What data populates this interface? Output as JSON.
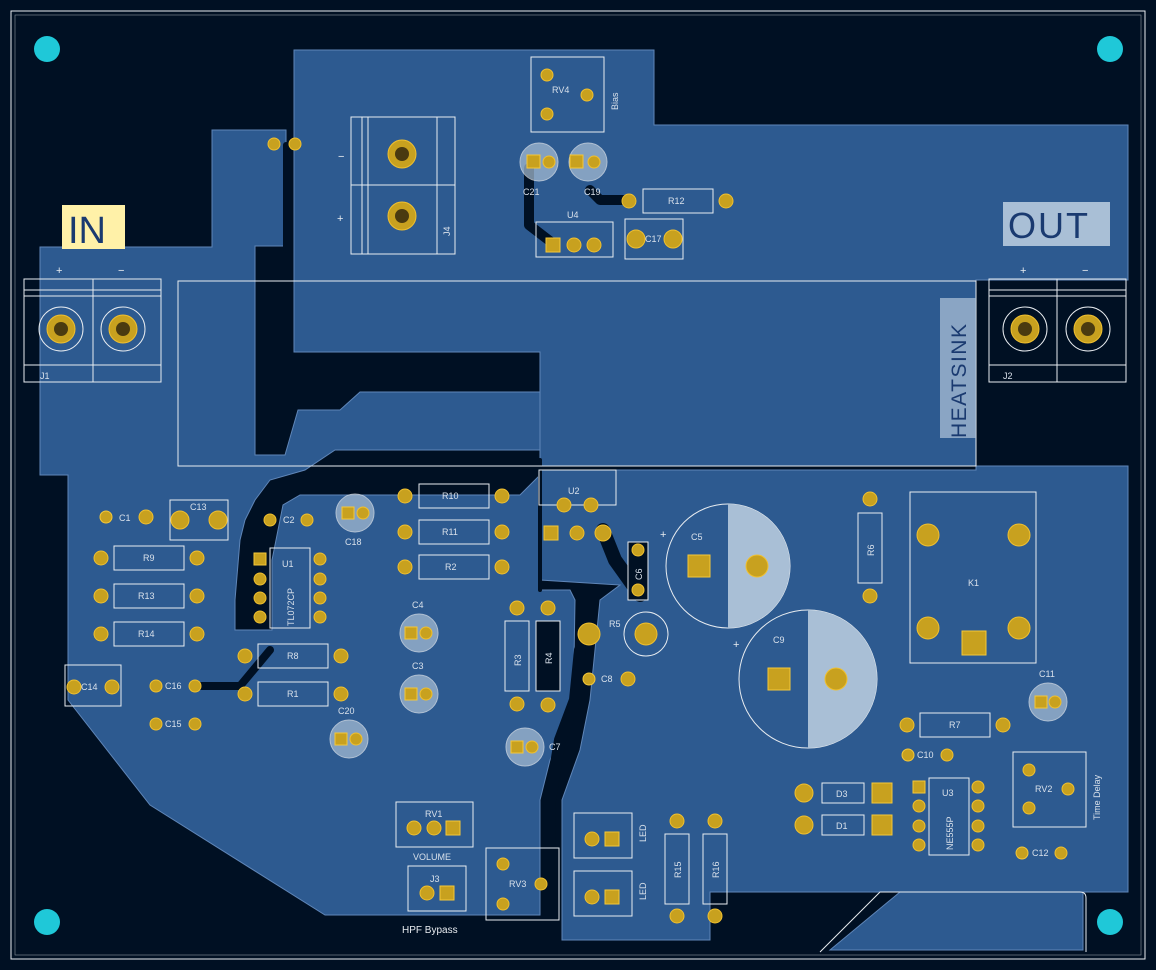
{
  "colors": {
    "background": "#001023",
    "copper_fill": "#2d5a90",
    "pad_gold": "#c8a11f",
    "mount_hole": "#1fc8d8",
    "silkscreen": "#e8ecf0",
    "label_in_bg": "#fff1a8",
    "label_out_bg": "#a9bfd6"
  },
  "labels": {
    "in": "IN",
    "out": "OUT",
    "heatsink": "HEATSINK",
    "volume": "VOLUME",
    "hpf_bypass": "HPF Bypass",
    "bias": "Bias",
    "time_delay": "Time Delay",
    "led_a": "LED",
    "led_b": "LED",
    "plus": "+",
    "minus": "−"
  },
  "components": {
    "J1": "J1",
    "J2": "J2",
    "J3": "J3",
    "J4": "J4",
    "RV1": "RV1",
    "RV2": "RV2",
    "RV3": "RV3",
    "RV4": "RV4",
    "C1": "C1",
    "C2": "C2",
    "C3": "C3",
    "C4": "C4",
    "C5": "C5",
    "C6": "C6",
    "C7": "C7",
    "C8": "C8",
    "C9": "C9",
    "C10": "C10",
    "C11": "C11",
    "C12": "C12",
    "C13": "C13",
    "C14": "C14",
    "C15": "C15",
    "C16": "C16",
    "C17": "C17",
    "C18": "C18",
    "C19": "C19",
    "C20": "C20",
    "C21": "C21",
    "R1": "R1",
    "R2": "R2",
    "R3": "R3",
    "R4": "R4",
    "R5": "R5",
    "R6": "R6",
    "R7": "R7",
    "R8": "R8",
    "R9": "R9",
    "R10": "R10",
    "R11": "R11",
    "R12": "R12",
    "R13": "R13",
    "R14": "R14",
    "R15": "R15",
    "R16": "R16",
    "U1": "U1",
    "U1_part": "TL072CP",
    "U2": "U2",
    "U3": "U3",
    "U3_part": "NE555P",
    "U4": "U4",
    "D1": "D1",
    "D3": "D3",
    "K1": "K1"
  }
}
